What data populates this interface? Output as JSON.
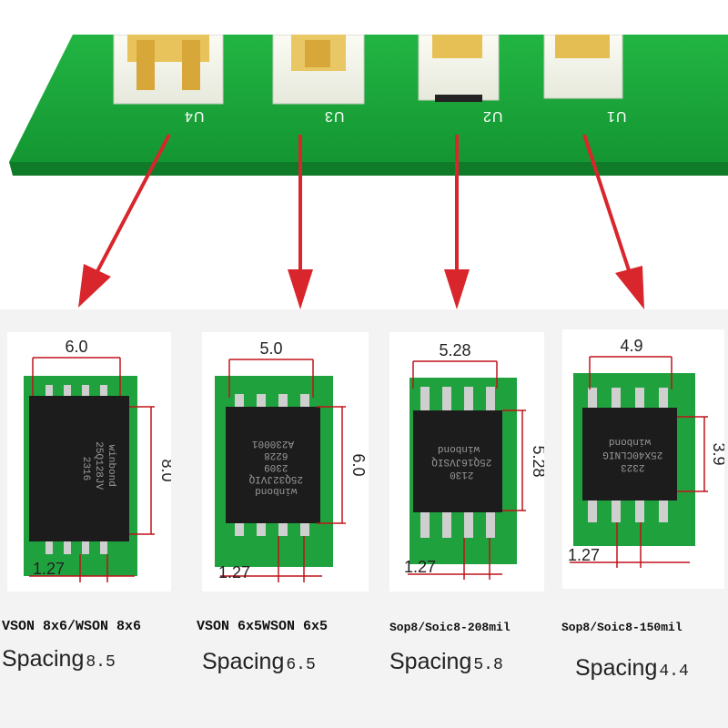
{
  "board": {
    "sockets": [
      {
        "label": "U4"
      },
      {
        "label": "U3"
      },
      {
        "label": "U2"
      },
      {
        "label": "U1"
      }
    ]
  },
  "chips": [
    {
      "package": "VSON 8x6/WSON 8x6",
      "spacing_word": "Spacing",
      "spacing_value": "8.5",
      "width_dim": "6.0",
      "height_dim": "8.0",
      "pitch_dim": "1.27",
      "marking": [
        "winbond",
        "25Q128JV",
        "2316"
      ]
    },
    {
      "package": "VSON 6x5WSON 6x5",
      "spacing_word": "Spacing",
      "spacing_value": "6.5",
      "width_dim": "5.0",
      "height_dim": "6.0",
      "pitch_dim": "1.27",
      "marking": [
        "winbond",
        "25Q32JVIQ",
        "2309",
        "6228",
        "A230001"
      ]
    },
    {
      "package": "Sop8/Soic8-208mil",
      "spacing_word": "Spacing",
      "spacing_value": "5.8",
      "width_dim": "5.28",
      "height_dim": "5.28",
      "pitch_dim": "1.27",
      "marking": [
        "winbond",
        "25Q16JVSIQ",
        "2130"
      ]
    },
    {
      "package": "Sop8/Soic8-150mil",
      "spacing_word": "Spacing",
      "spacing_value": "4.4",
      "width_dim": "4.9",
      "height_dim": "3.9",
      "pitch_dim": "1.27",
      "marking": [
        "winbond",
        "25X40CLNIG",
        "2323"
      ]
    }
  ],
  "colors": {
    "pcb_green": "#19a83a",
    "pcb_edge": "#0f7a28",
    "arrow_red": "#d8262c",
    "chip_body": "#1c1c1c",
    "pin_silver": "#cfcfcf",
    "dim_line_red": "#c0121a"
  }
}
